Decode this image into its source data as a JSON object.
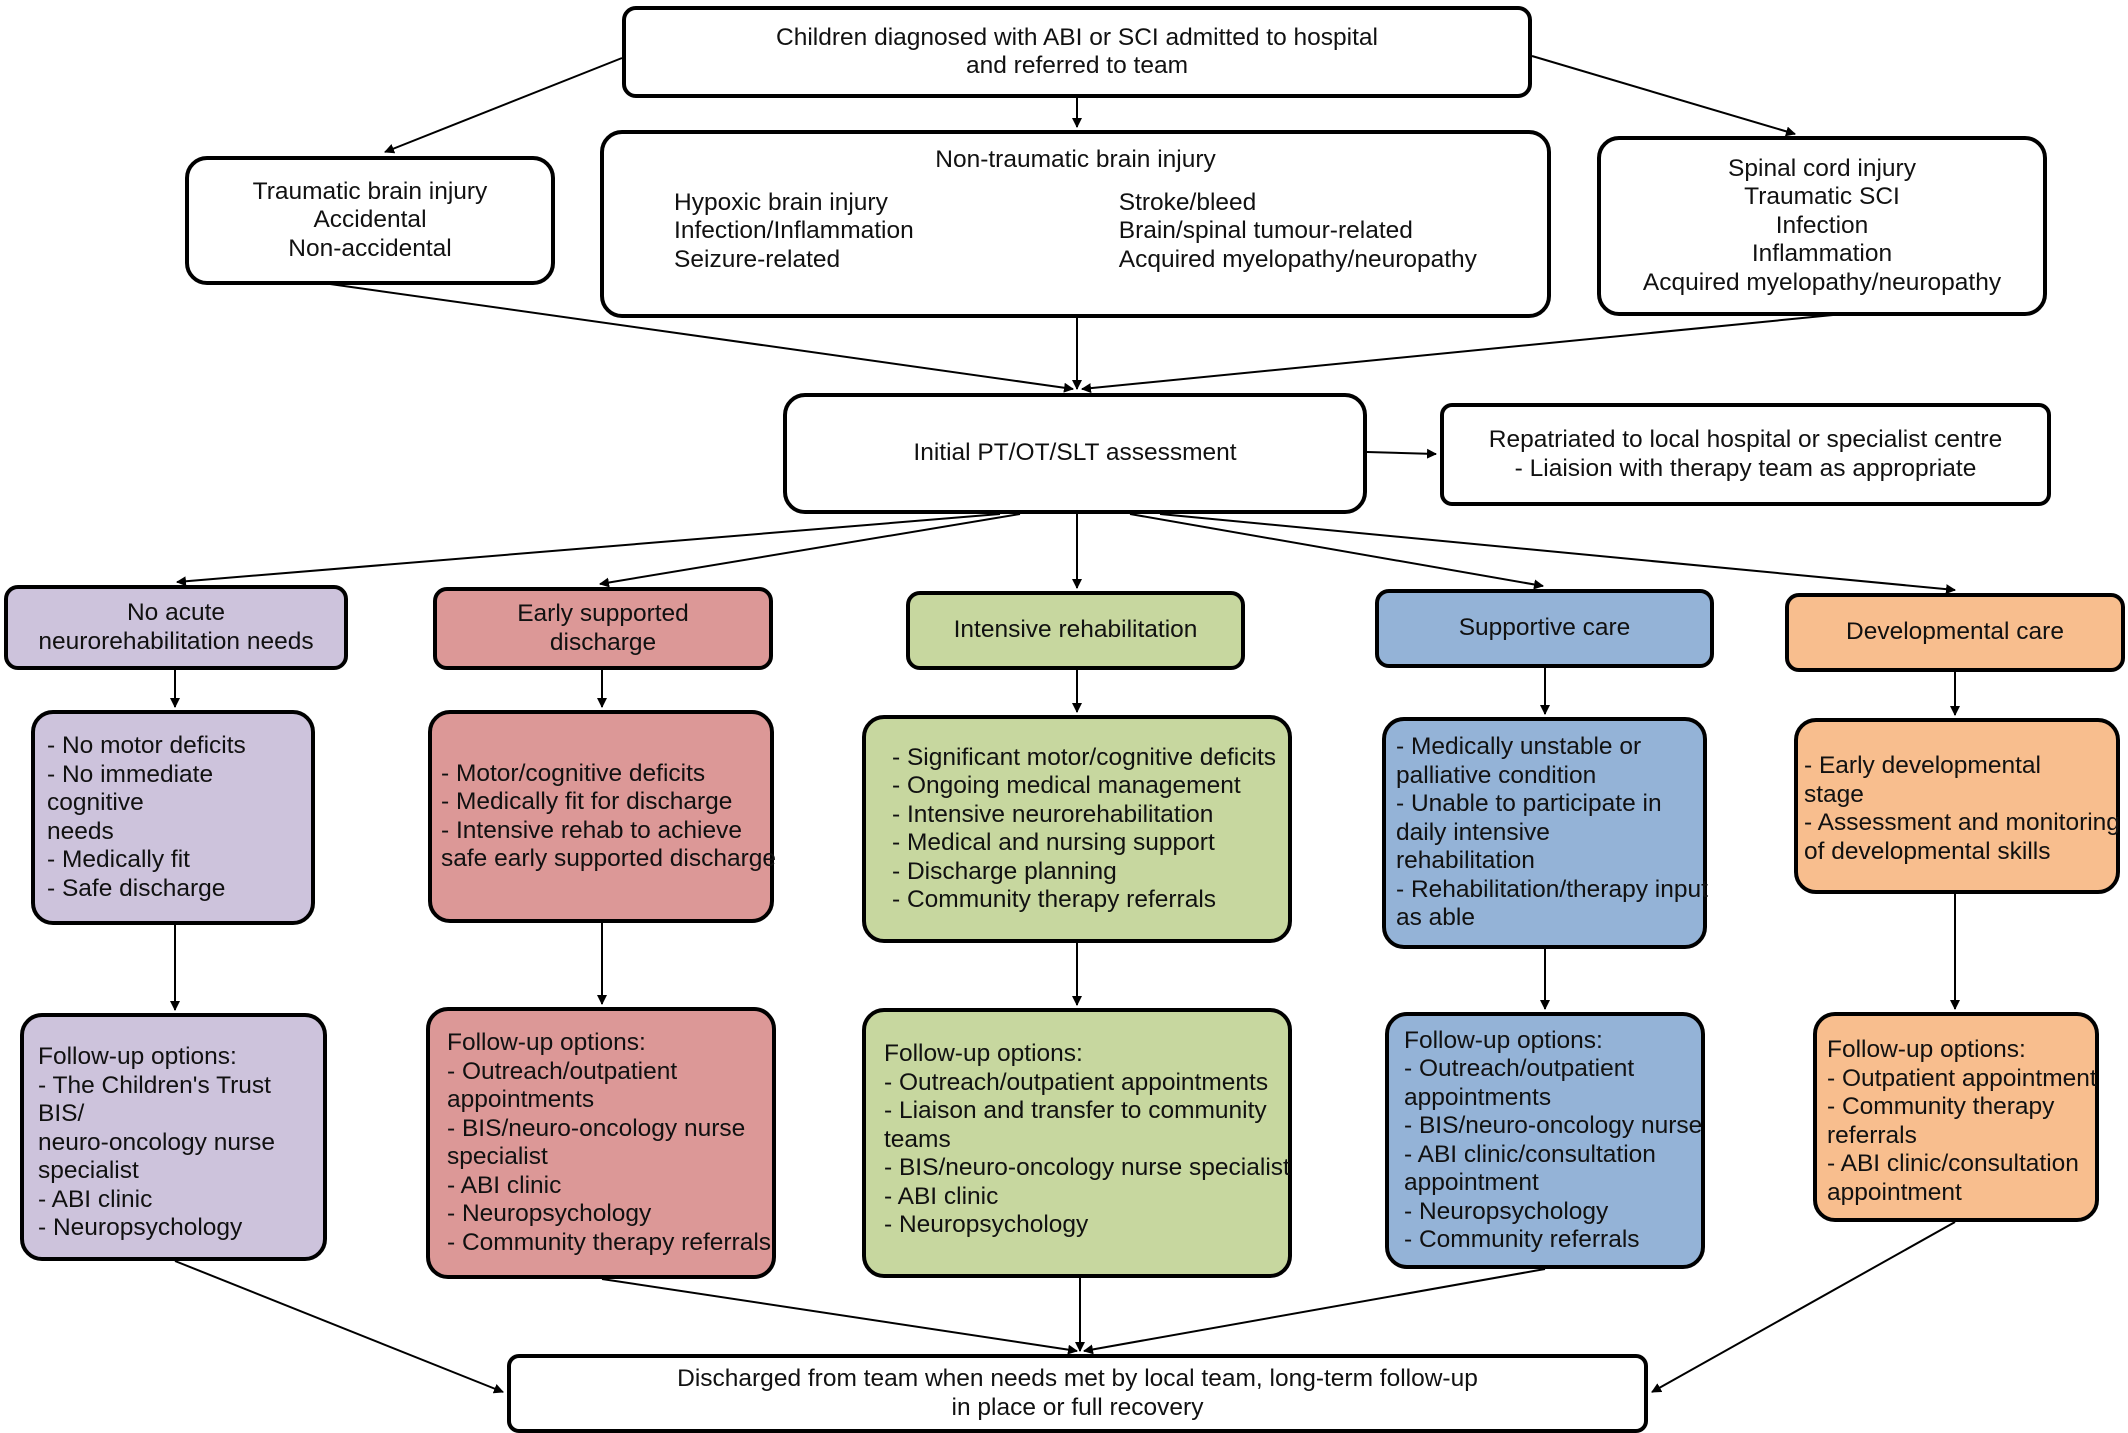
{
  "colors": {
    "stroke": "#000000",
    "lilac": "#cdc3dc",
    "rose": "#dc9897",
    "green": "#c7d79f",
    "blue": "#94b3d7",
    "orange": "#f8be8e"
  },
  "top": {
    "admitted": [
      "Children diagnosed with ABI or SCI admitted to hospital",
      "and referred to team"
    ]
  },
  "injury": {
    "tbi": [
      "Traumatic brain injury",
      "Accidental",
      "Non-accidental"
    ],
    "ntbi_title": "Non-traumatic brain injury",
    "ntbi_left": [
      "Hypoxic brain injury",
      "Infection/Inflammation",
      "Seizure-related"
    ],
    "ntbi_right": [
      "Stroke/bleed",
      "Brain/spinal tumour-related",
      "Acquired myelopathy/neuropathy"
    ],
    "sci": [
      "Spinal cord injury",
      "Traumatic SCI",
      "Infection",
      "Inflammation",
      "Acquired myelopathy/neuropathy"
    ]
  },
  "assessment": {
    "label": "Initial PT/OT/SLT assessment",
    "repatriated": [
      "Repatriated to local hospital or specialist centre",
      "- Liaision with therapy team as appropriate"
    ]
  },
  "pathways": [
    {
      "header": [
        "No acute",
        "neurorehabilitation needs"
      ],
      "criteria": [
        "- No motor deficits",
        "- No immediate cognitive",
        "needs",
        "- Medically fit",
        "- Safe discharge"
      ],
      "followup": [
        "Follow-up options:",
        "- The Children's Trust BIS/",
        "neuro-oncology nurse",
        "specialist",
        "- ABI clinic",
        "- Neuropsychology"
      ]
    },
    {
      "header": [
        "Early supported",
        "discharge"
      ],
      "criteria": [
        "- Motor/cognitive deficits",
        "- Medically fit for discharge",
        "- Intensive rehab to achieve",
        "safe early supported discharge"
      ],
      "followup": [
        "Follow-up options:",
        "- Outreach/outpatient",
        "appointments",
        "- BIS/neuro-oncology nurse",
        "specialist",
        "- ABI clinic",
        "- Neuropsychology",
        "- Community therapy referrals"
      ]
    },
    {
      "header": [
        "Intensive rehabilitation"
      ],
      "criteria": [
        "- Significant motor/cognitive deficits",
        "- Ongoing medical management",
        "- Intensive neurorehabilitation",
        "- Medical and nursing support",
        "- Discharge planning",
        "- Community therapy referrals"
      ],
      "followup": [
        "Follow-up options:",
        "- Outreach/outpatient appointments",
        "- Liaison and transfer to community",
        "teams",
        "- BIS/neuro-oncology nurse specialist",
        "- ABI clinic",
        "- Neuropsychology"
      ]
    },
    {
      "header": [
        "Supportive care"
      ],
      "criteria": [
        "- Medically unstable or",
        "palliative condition",
        "- Unable to participate in",
        "daily intensive rehabilitation",
        "- Rehabilitation/therapy input",
        "as able"
      ],
      "followup": [
        "Follow-up options:",
        "- Outreach/outpatient",
        "appointments",
        "- BIS/neuro-oncology nurse",
        "- ABI clinic/consultation",
        "appointment",
        "- Neuropsychology",
        "- Community referrals"
      ]
    },
    {
      "header": [
        "Developmental care"
      ],
      "criteria": [
        "- Early developmental stage",
        "- Assessment and monitoring",
        "of developmental skills"
      ],
      "followup": [
        "Follow-up options:",
        "- Outpatient appointment",
        "- Community therapy",
        "referrals",
        "- ABI clinic/consultation",
        "appointment"
      ]
    }
  ],
  "discharged": [
    "Discharged from team when needs met by local team, long-term follow-up",
    "in place or full recovery"
  ]
}
